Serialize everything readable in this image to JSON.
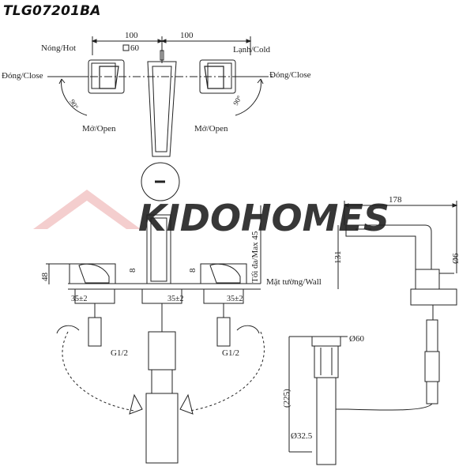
{
  "model_code": "TLG07201BA",
  "watermark": "KIDOHOMES",
  "top_view": {
    "dim_left": "100",
    "dim_right": "100",
    "dim_square": "60",
    "hot_label": "Nóng/Hot",
    "cold_label": "Lạnh/Cold",
    "close_left": "Đóng/Close",
    "close_right": "Đóng/Close",
    "open_left": "Mở/Open",
    "open_right": "Mở/Open",
    "angle_left": "90°",
    "angle_right": "90°"
  },
  "front_view": {
    "dim_48": "48",
    "dim_8_left": "8",
    "dim_8_right": "8",
    "max_label": "Tối đa/Max 45",
    "wall_label": "Mặt tường/Wall",
    "hole_left": "35±2",
    "hole_center": "35±2",
    "hole_right": "35±2",
    "thread_left": "G1/2",
    "thread_right": "G1/2"
  },
  "side_view": {
    "dim_178": "178",
    "dim_131": "131",
    "dim_6": "Ø6"
  },
  "drain_view": {
    "dim_60": "Ø60",
    "dim_225": "(225)",
    "dim_32": "Ø32.5"
  },
  "colors": {
    "line": "#222222",
    "watermark": "#f3c9c9"
  }
}
